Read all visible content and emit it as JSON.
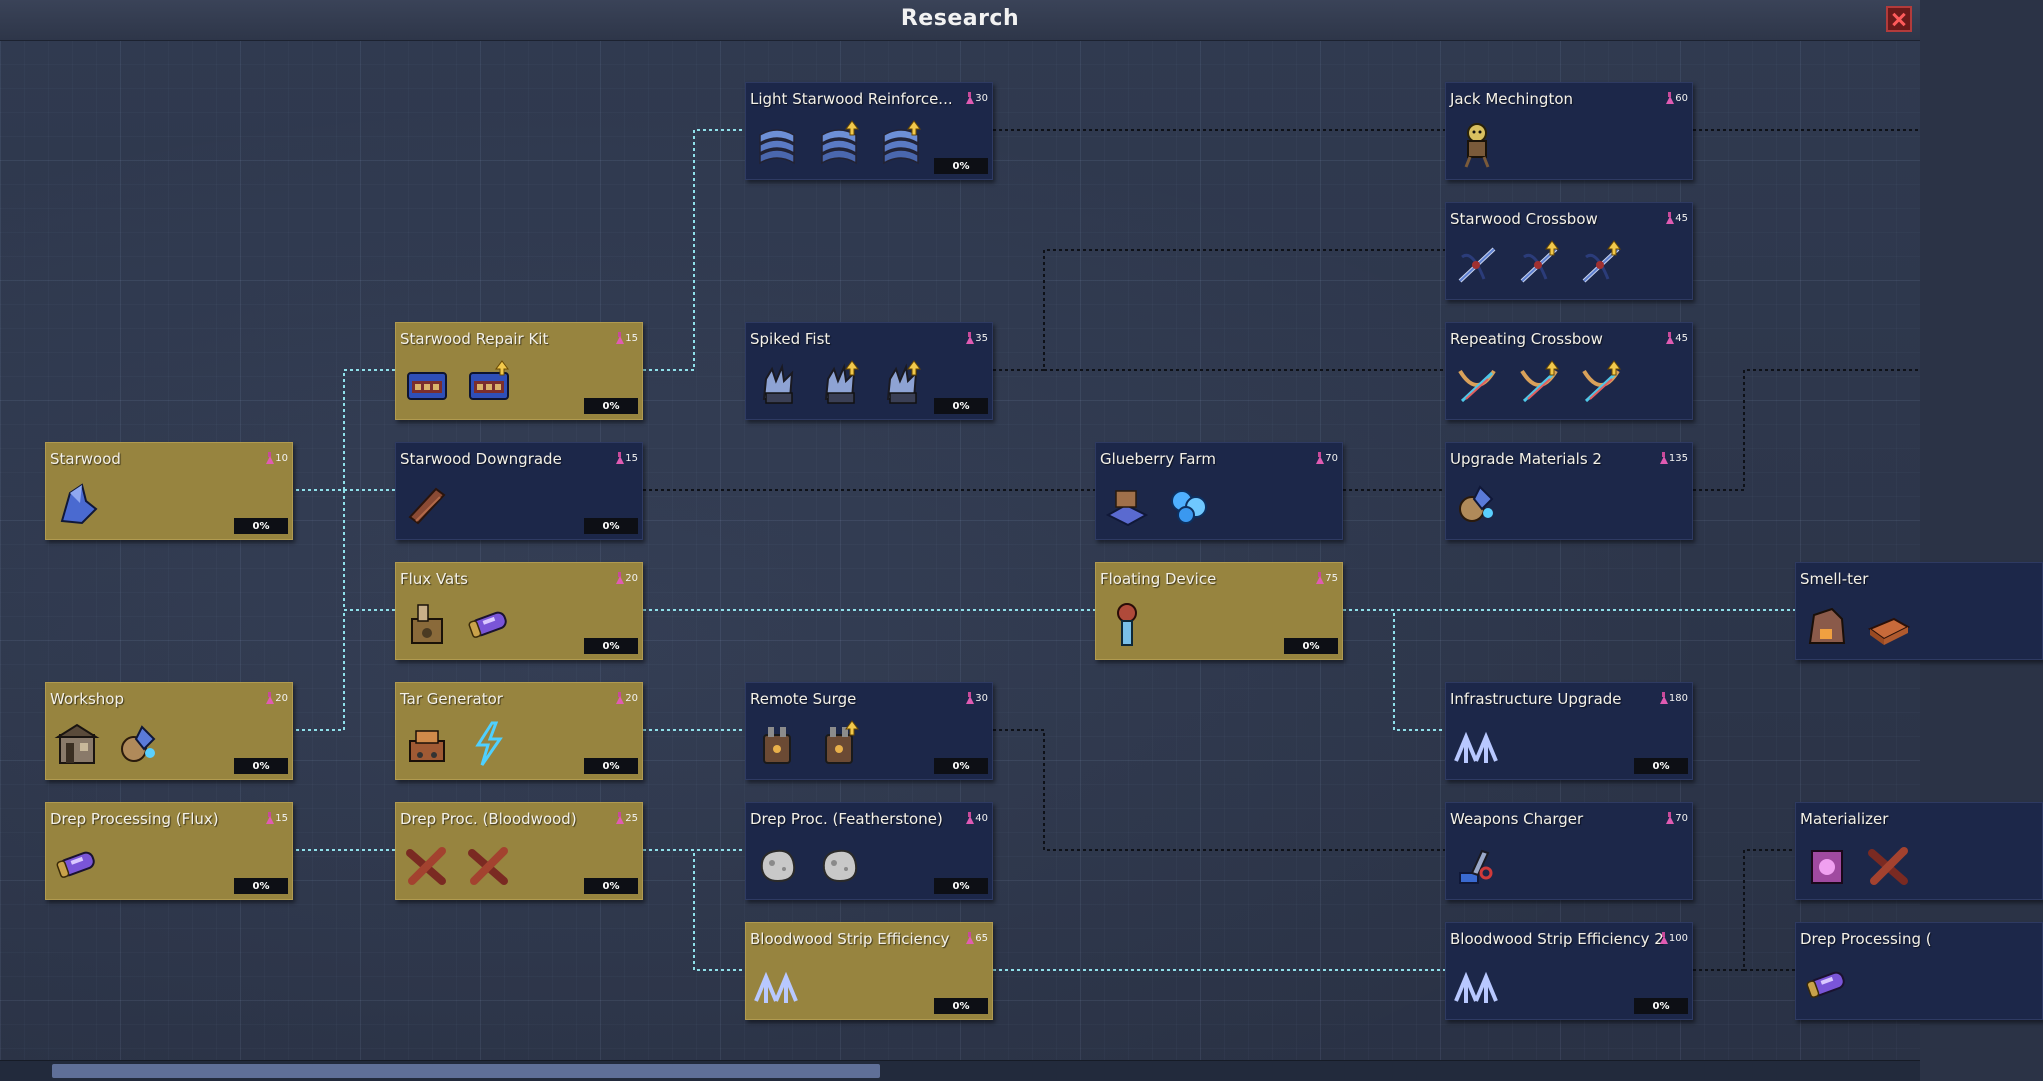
{
  "window": {
    "title": "Research"
  },
  "colors": {
    "gold_node": "#97843f",
    "navy_node": "#1c2749",
    "line_active": "#8fe0ea",
    "line_inactive": "#0e1118",
    "close_button": "#b23b3b"
  },
  "nodes": [
    {
      "id": "starwood",
      "name": "Starwood",
      "cost": "10",
      "progress": "0%",
      "style": "gold",
      "icons": [
        "blue-crystal-shard-icon"
      ]
    },
    {
      "id": "workshop",
      "name": "Workshop",
      "cost": "20",
      "progress": "0%",
      "style": "gold",
      "icons": [
        "workshop-building-icon",
        "upgrade-materials-icon"
      ]
    },
    {
      "id": "drep-flux",
      "name": "Drep Processing (Flux)",
      "cost": "15",
      "progress": "0%",
      "style": "gold",
      "icons": [
        "flux-canister-icon"
      ]
    },
    {
      "id": "repair-kit",
      "name": "Starwood Repair Kit",
      "cost": "15",
      "progress": "0%",
      "style": "gold",
      "icons": [
        "repair-kit-icon",
        "repair-kit-upgraded-icon"
      ]
    },
    {
      "id": "downgrade",
      "name": "Starwood Downgrade",
      "cost": "15",
      "progress": "0%",
      "style": "navy",
      "icons": [
        "wood-planks-icon"
      ]
    },
    {
      "id": "flux-vats",
      "name": "Flux Vats",
      "cost": "20",
      "progress": "0%",
      "style": "gold",
      "icons": [
        "flux-vat-machine-icon",
        "flux-canister-icon"
      ]
    },
    {
      "id": "tar-gen",
      "name": "Tar Generator",
      "cost": "20",
      "progress": "0%",
      "style": "gold",
      "icons": [
        "tar-generator-icon",
        "lightning-bolt-icon"
      ]
    },
    {
      "id": "drep-blood",
      "name": "Drep Proc. (Bloodwood)",
      "cost": "25",
      "progress": "0%",
      "style": "gold",
      "icons": [
        "bloodwood-strips-icon",
        "bloodwood-strips-icon"
      ]
    },
    {
      "id": "light-reinf",
      "name": "Light Starwood Reinforce...",
      "cost": "30",
      "progress": "0%",
      "style": "navy",
      "icons": [
        "armor-plate-icon",
        "armor-plate-upgraded-icon",
        "armor-plate-upgraded-icon"
      ]
    },
    {
      "id": "spiked-fist",
      "name": "Spiked Fist",
      "cost": "35",
      "progress": "0%",
      "style": "navy",
      "icons": [
        "spiked-fist-icon",
        "spiked-fist-upgraded-icon",
        "spiked-fist-upgraded-icon"
      ]
    },
    {
      "id": "remote-surge",
      "name": "Remote Surge",
      "cost": "30",
      "progress": "0%",
      "style": "navy",
      "icons": [
        "remote-surge-device-icon",
        "remote-surge-device-upgraded-icon"
      ]
    },
    {
      "id": "drep-feather",
      "name": "Drep Proc. (Featherstone)",
      "cost": "40",
      "progress": "0%",
      "style": "navy",
      "icons": [
        "featherstone-rock-icon",
        "featherstone-rock-icon"
      ]
    },
    {
      "id": "blood-eff",
      "name": "Bloodwood Strip Efficiency",
      "cost": "65",
      "progress": "0%",
      "style": "gold",
      "icons": [
        "double-arrow-up-icon"
      ]
    },
    {
      "id": "glueberry",
      "name": "Glueberry Farm",
      "cost": "70",
      "progress": "",
      "style": "navy",
      "icons": [
        "farm-plot-icon",
        "glueberry-icon"
      ]
    },
    {
      "id": "floating",
      "name": "Floating Device",
      "cost": "75",
      "progress": "0%",
      "style": "gold",
      "icons": [
        "floating-device-icon"
      ]
    },
    {
      "id": "jack",
      "name": "Jack Mechington",
      "cost": "60",
      "progress": "",
      "style": "navy",
      "icons": [
        "scarecrow-robot-icon"
      ]
    },
    {
      "id": "crossbow",
      "name": "Starwood Crossbow",
      "cost": "45",
      "progress": "",
      "style": "navy",
      "icons": [
        "crossbow-icon",
        "crossbow-upgraded-icon",
        "crossbow-upgraded-icon"
      ]
    },
    {
      "id": "rep-crossbow",
      "name": "Repeating Crossbow",
      "cost": "45",
      "progress": "",
      "style": "navy",
      "icons": [
        "repeating-crossbow-icon",
        "repeating-crossbow-upgraded-icon",
        "repeating-crossbow-upgraded-icon"
      ]
    },
    {
      "id": "upg-mat2",
      "name": "Upgrade Materials 2",
      "cost": "135",
      "progress": "",
      "style": "navy",
      "icons": [
        "upgrade-materials-icon"
      ]
    },
    {
      "id": "infra",
      "name": "Infrastructure Upgrade",
      "cost": "180",
      "progress": "0%",
      "style": "navy",
      "icons": [
        "double-arrow-up-icon"
      ]
    },
    {
      "id": "weapons-charger",
      "name": "Weapons Charger",
      "cost": "70",
      "progress": "",
      "style": "navy",
      "icons": [
        "weapons-charger-icon"
      ]
    },
    {
      "id": "blood-eff2",
      "name": "Bloodwood Strip Efficiency 2",
      "cost": "100",
      "progress": "0%",
      "style": "navy",
      "icons": [
        "double-arrow-up-icon"
      ]
    },
    {
      "id": "smelter",
      "name": "Smell-ter",
      "cost": "",
      "progress": "",
      "style": "navy",
      "icons": [
        "smelter-furnace-icon",
        "copper-ingot-icon"
      ]
    },
    {
      "id": "materializer",
      "name": "Materializer",
      "cost": "",
      "progress": "",
      "style": "navy",
      "icons": [
        "materializer-machine-icon",
        "bloodwood-strips-icon"
      ]
    },
    {
      "id": "drep-proc-cut",
      "name": "Drep Processing (",
      "cost": "",
      "progress": "",
      "style": "navy",
      "icons": [
        "flux-canister-icon"
      ]
    }
  ]
}
